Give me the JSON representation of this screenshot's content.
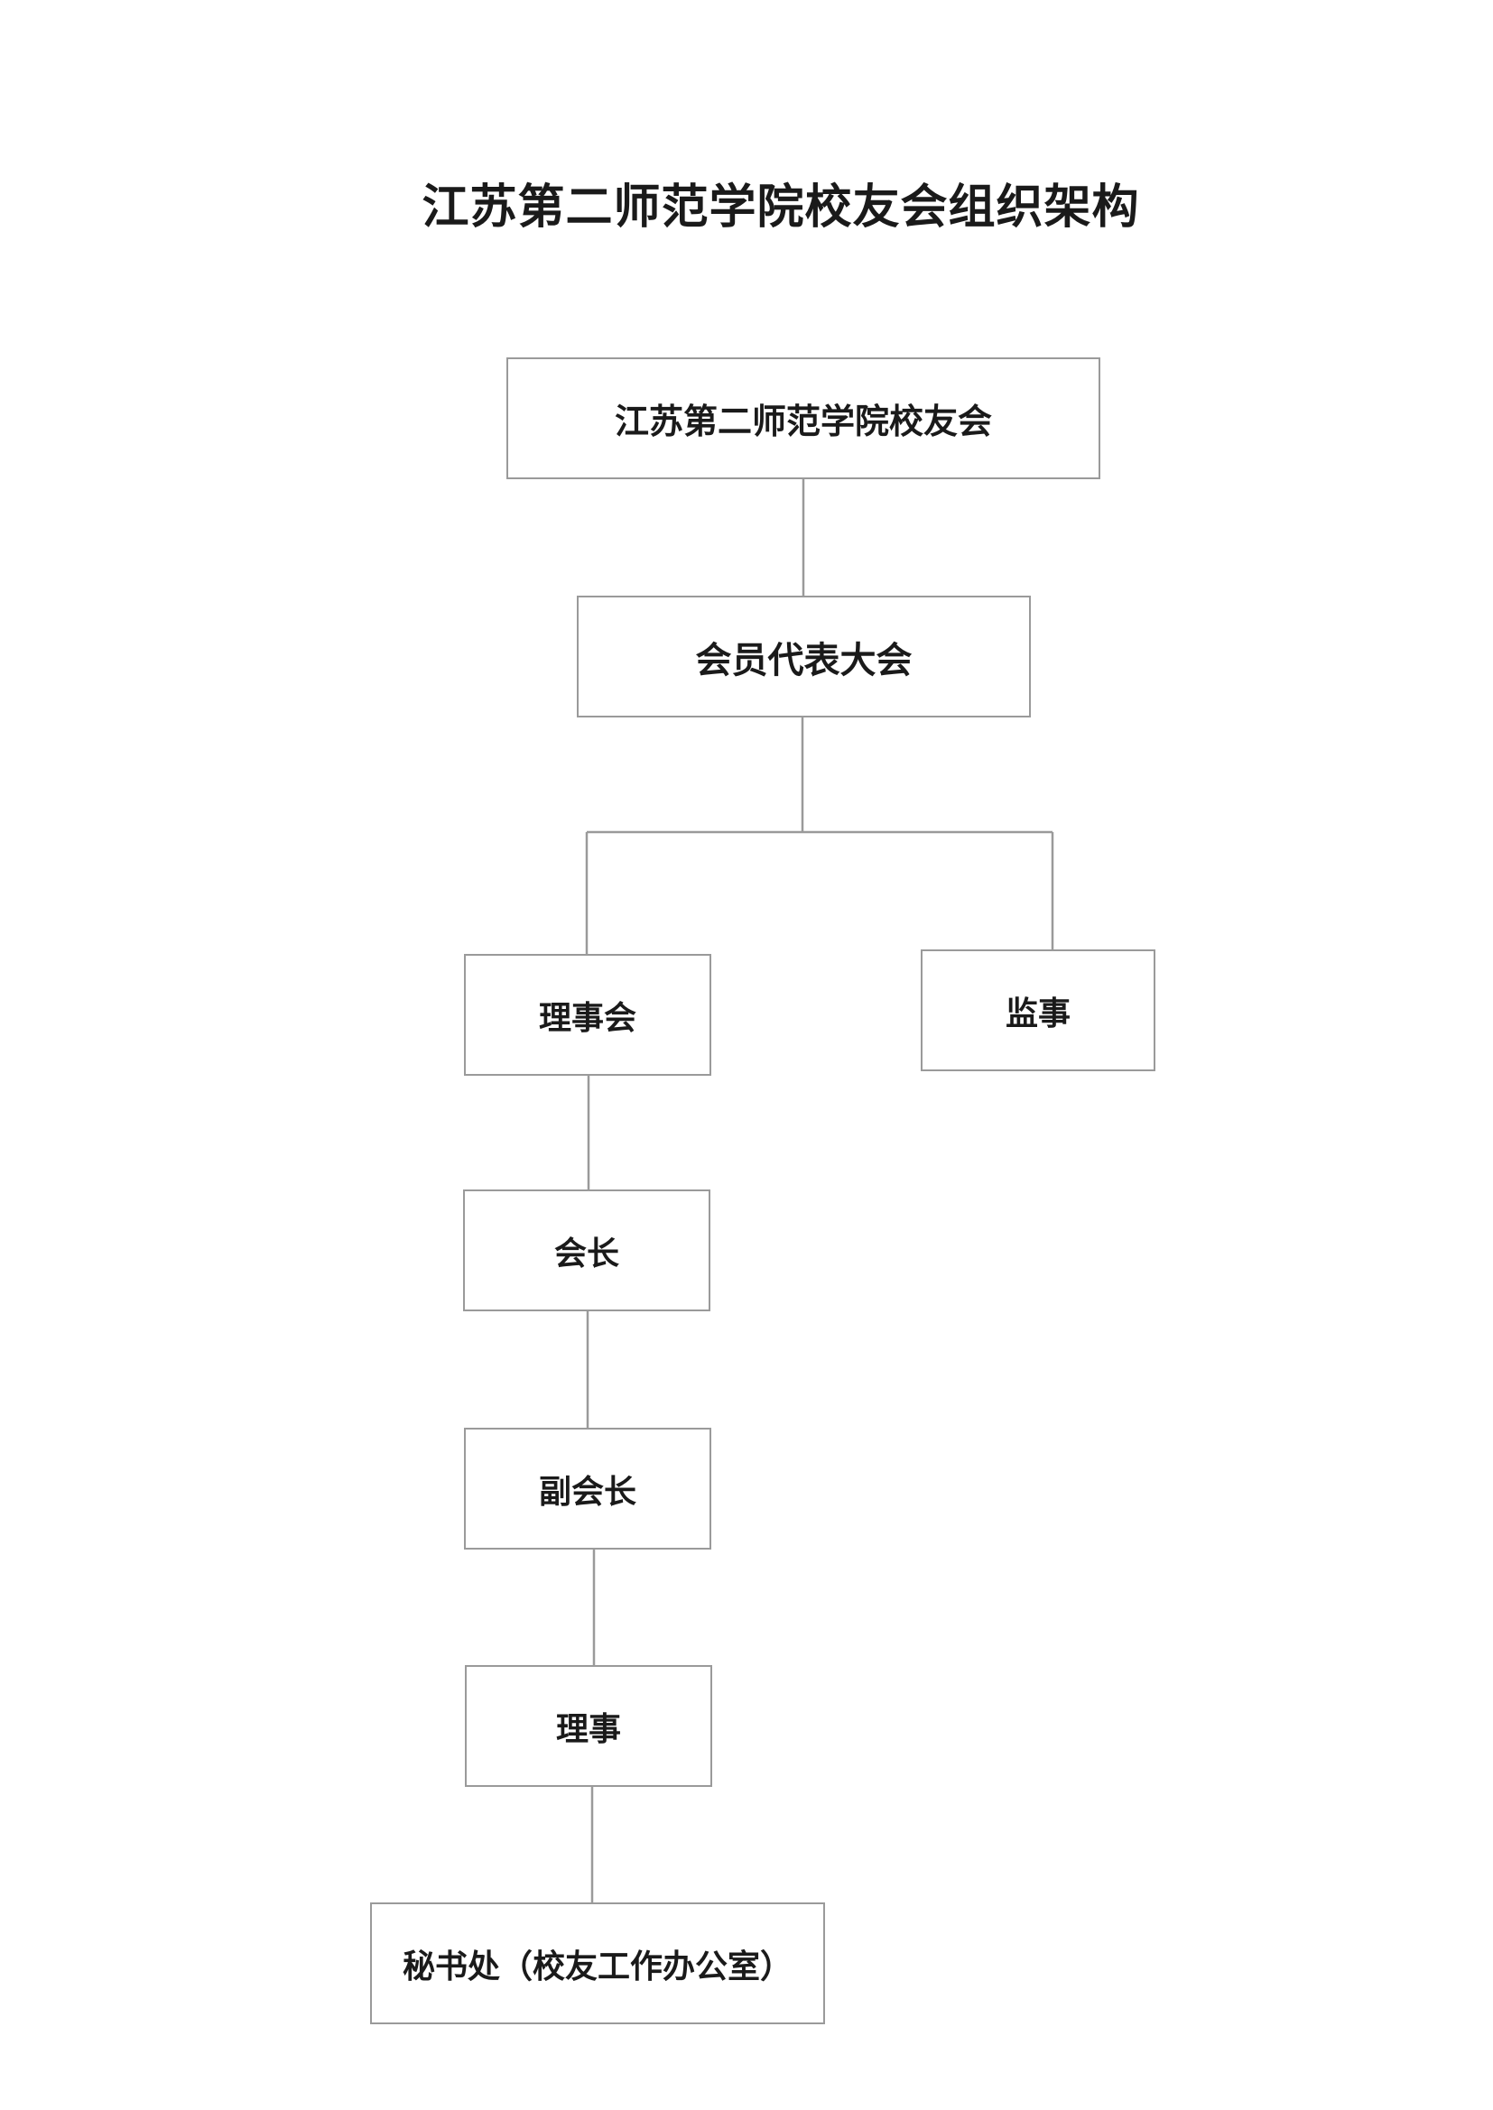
{
  "title": "江苏第二师范学院校友会组织架构",
  "nodes": {
    "root": "江苏第二师范学院校友会",
    "assembly": "会员代表大会",
    "council": "理事会",
    "supervisor": "监事",
    "president": "会长",
    "vice_president": "副会长",
    "director": "理事",
    "secretariat": "秘书处（校友工作办公室）"
  },
  "edges": [
    [
      "root",
      "assembly"
    ],
    [
      "assembly",
      "council"
    ],
    [
      "assembly",
      "supervisor"
    ],
    [
      "council",
      "president"
    ],
    [
      "president",
      "vice_president"
    ],
    [
      "vice_president",
      "director"
    ],
    [
      "director",
      "secretariat"
    ]
  ]
}
